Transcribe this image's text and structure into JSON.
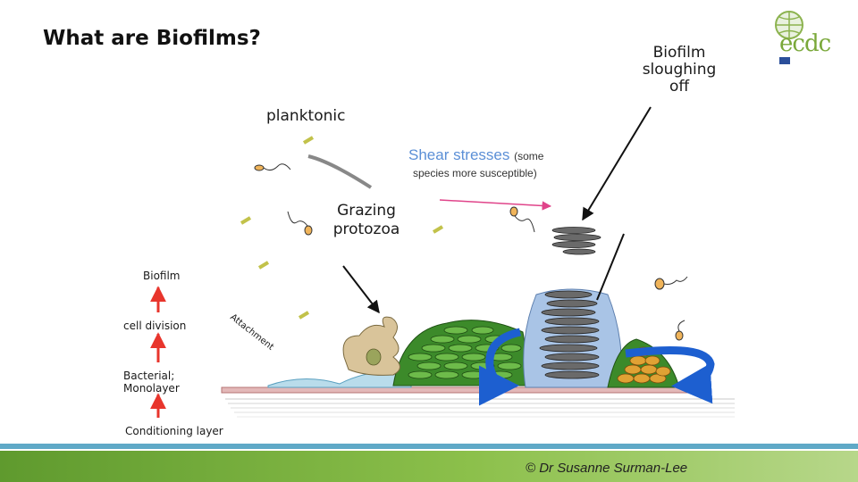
{
  "slide": {
    "title": "What are Biofilms?",
    "copyright": "© Dr Susanne Surman-Lee"
  },
  "diagram": {
    "biofilm_sloughing": "Biofilm\nsloughing\noff",
    "planktonic": "planktonic",
    "grazing_protozoa": "Grazing\nprotozoa",
    "shear_stresses": "Shear stresses",
    "shear_some": "(some",
    "shear_detail": "species more susceptible)",
    "attachment": "Attachment",
    "stages": {
      "biofilm": "Biofilm",
      "cell_division": "cell division",
      "monolayer": "Bacterial;\nMonolayer",
      "conditioning_layer": "Conditioning layer"
    }
  },
  "logo": {
    "text": "ecdc"
  },
  "colors": {
    "accent_green": "#8cc04b",
    "accent_blue": "#5fa9c7",
    "shear_blue": "#5b8fd6",
    "arrow_red": "#e8352c",
    "biofilm_green": "#3c8a2a"
  }
}
